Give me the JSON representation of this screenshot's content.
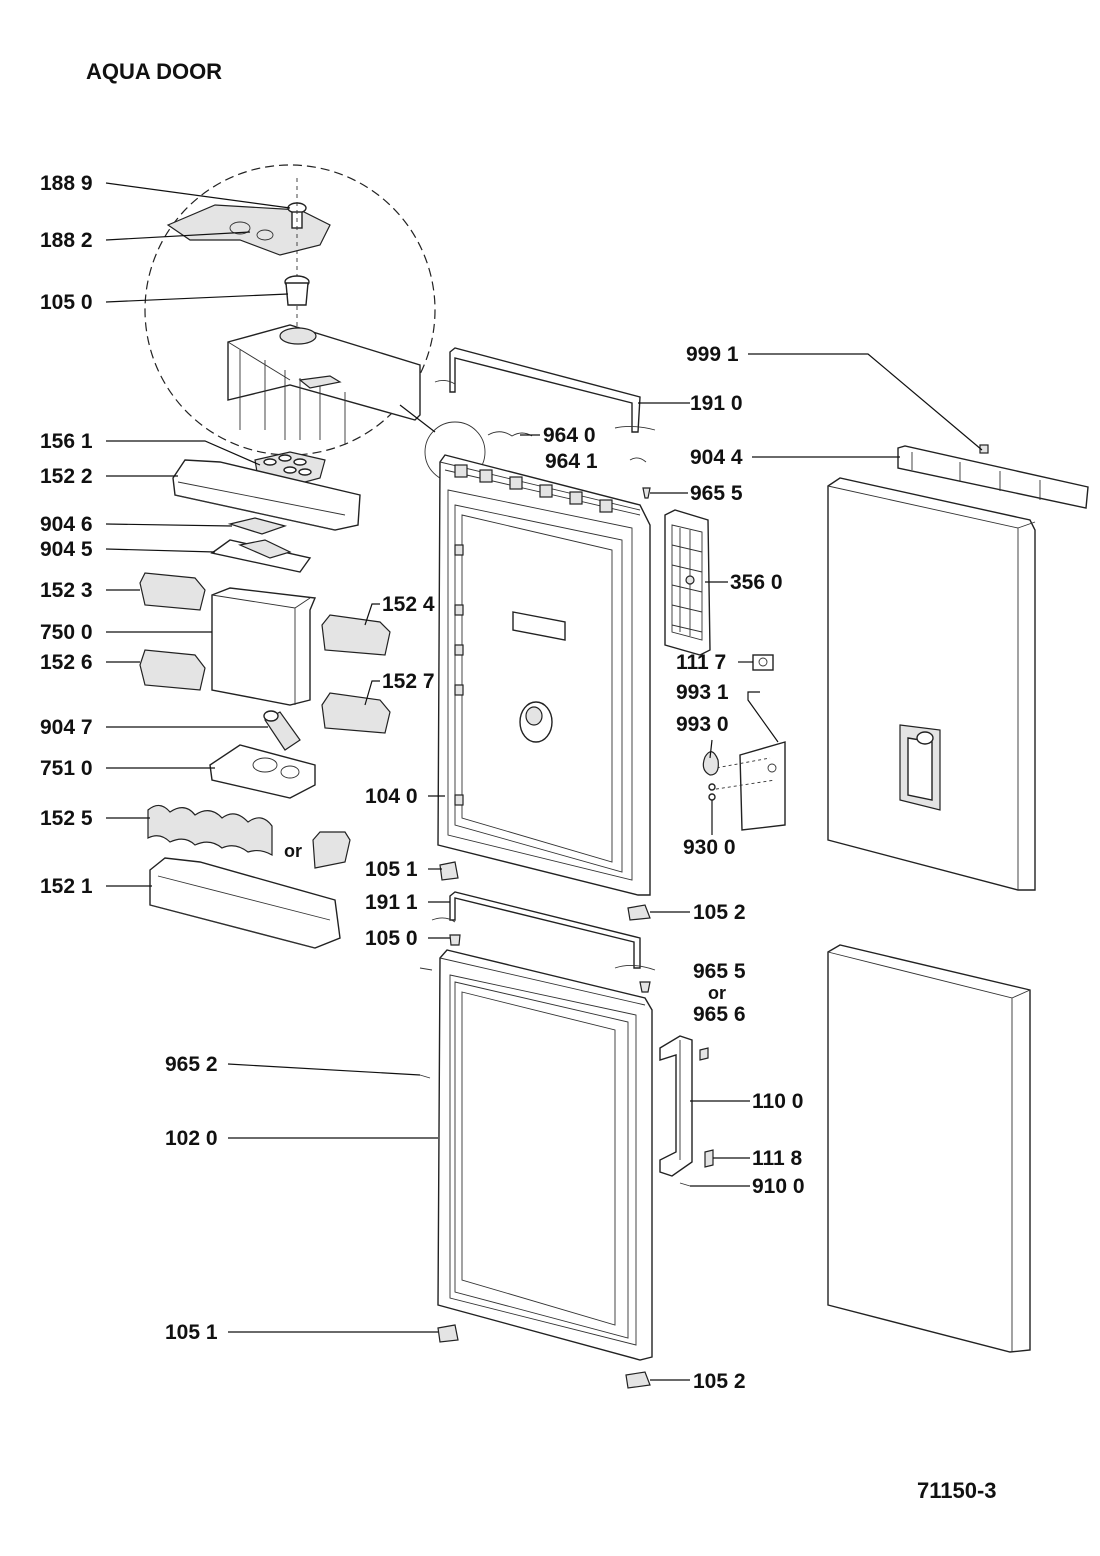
{
  "title": "AQUA DOOR",
  "drawing_number": "71150-3",
  "labels": {
    "p1889": "188 9",
    "p1882": "188 2",
    "p1050_top": "105 0",
    "p1561": "156 1",
    "p1522": "152 2",
    "p9046": "904 6",
    "p9045": "904 5",
    "p1523": "152 3",
    "p7500": "750 0",
    "p1526": "152 6",
    "p1524": "152 4",
    "p1527": "152 7",
    "p9047": "904 7",
    "p7510": "751 0",
    "p1525": "152 5",
    "or1": "or",
    "p1521": "152 1",
    "p9991": "999 1",
    "p1910": "191 0",
    "p9640": "964 0",
    "p9641": "964 1",
    "p9044": "904 4",
    "p9655_top": "965 5",
    "p3560": "356 0",
    "p1117": "111 7",
    "p9931": "993 1",
    "p9930": "993 0",
    "p1040": "104 0",
    "p9300": "930 0",
    "p1051_top": "105 1",
    "p1052_top": "105 2",
    "p1911": "191 1",
    "p1050_mid": "105 0",
    "p9655_mid": "965 5",
    "or2": "or",
    "p9656": "965 6",
    "p9652": "965 2",
    "p1100": "110 0",
    "p1020": "102 0",
    "p1118": "111 8",
    "p9100": "910 0",
    "p1051_bot": "105 1",
    "p1052_bot": "105 2"
  }
}
